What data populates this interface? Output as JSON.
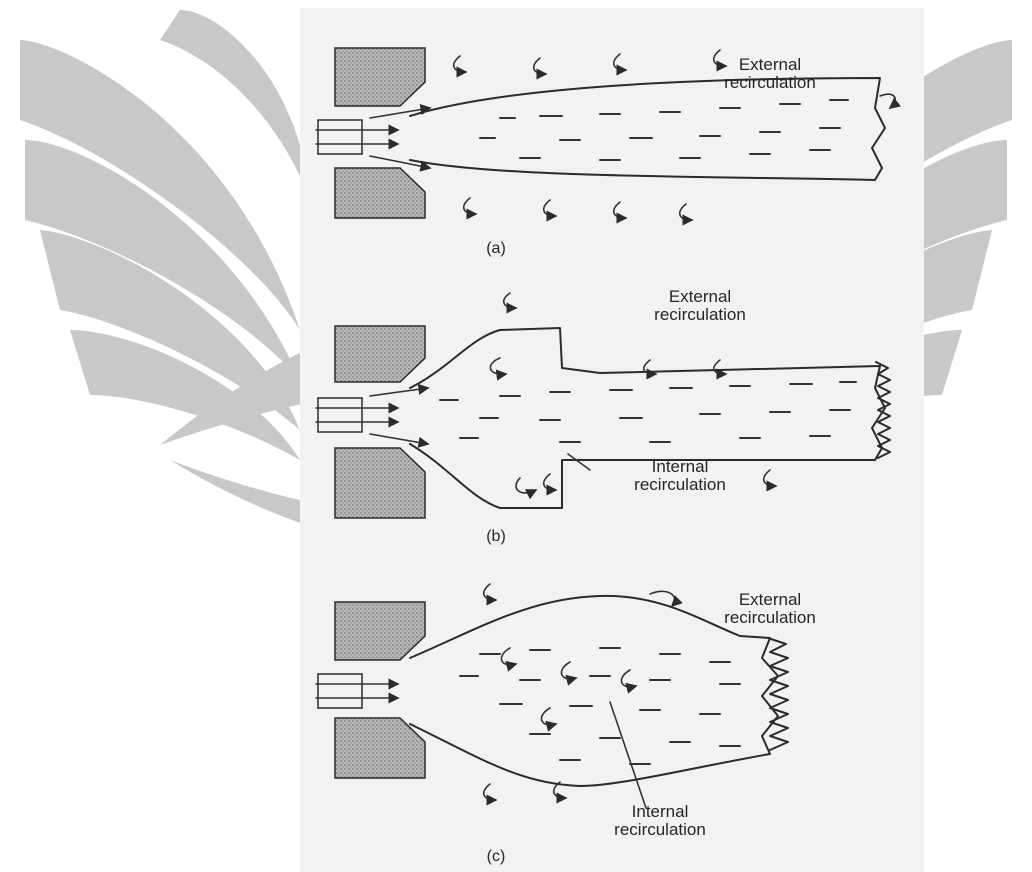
{
  "colors": {
    "scan_background": "#f2f2f2",
    "watermark": "#c8c8c8",
    "ink": "#2b2b2b",
    "nozzle_fill": "#9a9a9a"
  },
  "icons": {
    "watermark": "university-seal-watermark-icon"
  },
  "panels": [
    {
      "caption": "(a)",
      "labels": {
        "external": "External\nrecirculation"
      }
    },
    {
      "caption": "(b)",
      "labels": {
        "external": "External\nrecirculation",
        "internal": "Internal\nrecirculation"
      }
    },
    {
      "caption": "(c)",
      "labels": {
        "external": "External\nrecirculation",
        "internal": "Internal\nrecirculation"
      }
    }
  ]
}
